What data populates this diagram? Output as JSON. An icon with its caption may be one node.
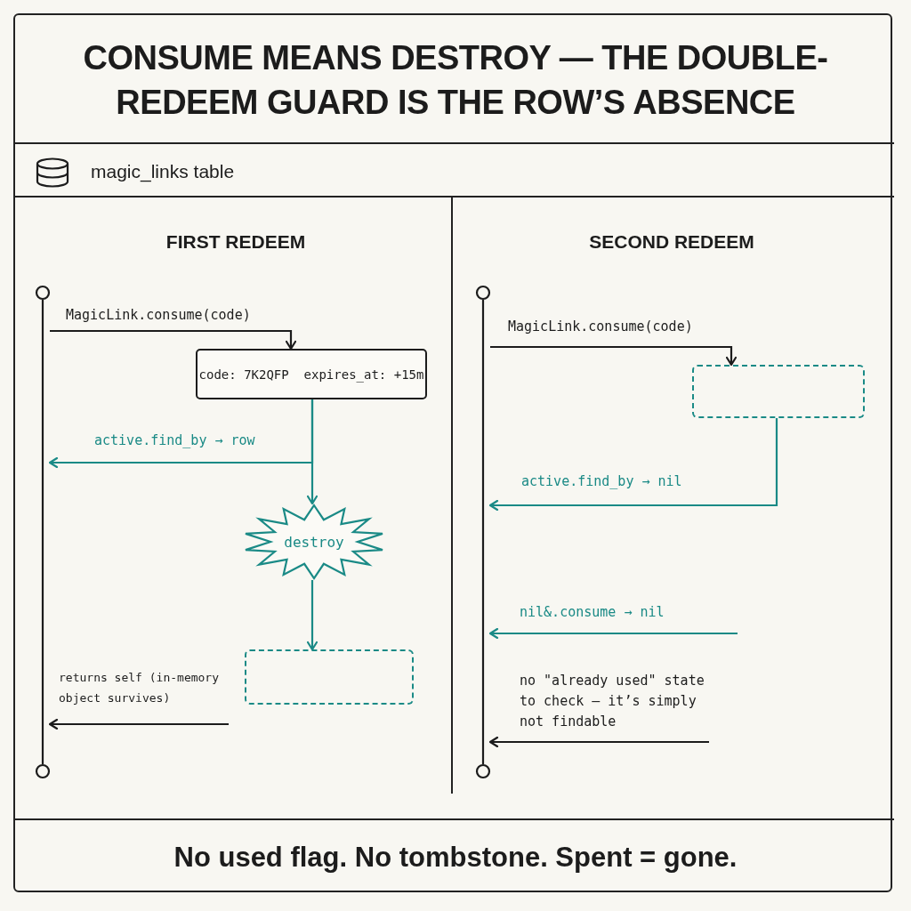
{
  "diagram": {
    "title": "CONSUME MEANS DESTROY — THE DOUBLE-REDEEM GUARD IS THE ROW’S ABSENCE",
    "caption": "No used flag. No tombstone. Spent = gone.",
    "nodes": [
      {
        "text": [],
        "shape": "bar"
      },
      {
        "text": [
          "code: 7K2QFP  expires_at: +15m"
        ]
      },
      {
        "text": [
          "destroy"
        ]
      },
      {
        "text": [],
        "shape": "box"
      },
      {
        "text": [],
        "shape": "bar"
      },
      {
        "text": [],
        "shape": "box"
      }
    ],
    "edges": [
      {
        "from": 0,
        "to": 1,
        "arrow": "to",
        "label": "MagicLink.consume(code)",
        "color": "#1c1c1c"
      },
      {
        "from": 1,
        "to": 0,
        "arrow": "to",
        "label": "active.find_by → row",
        "color": "#1a8a86"
      },
      {
        "from": 1,
        "to": 2,
        "arrow": "to",
        "color": "#1a8a86"
      },
      {
        "from": 2,
        "to": 3,
        "arrow": "to",
        "color": "#1a8a86"
      },
      {
        "from": null,
        "to": 0,
        "arrow": "to",
        "label": "returns self (in-memory object survives)",
        "color": "#1c1c1c"
      },
      {
        "from": 4,
        "to": 5,
        "arrow": "to",
        "label": "MagicLink.consume(code)",
        "color": "#1c1c1c"
      },
      {
        "from": 5,
        "to": 4,
        "arrow": "to",
        "label": "active.find_by → nil",
        "color": "#1a8a86"
      },
      {
        "from": null,
        "to": 4,
        "arrow": "to",
        "label": "nil&.consume → nil",
        "color": "#1a8a86"
      },
      {
        "from": null,
        "to": 4,
        "arrow": "to",
        "label": "no \"already used\" state to check — it’s simply not findable",
        "color": "#1c1c1c"
      }
    ],
    "labels": [
      "magic_links table",
      "FIRST REDEEM",
      "SECOND REDEEM"
    ]
  }
}
